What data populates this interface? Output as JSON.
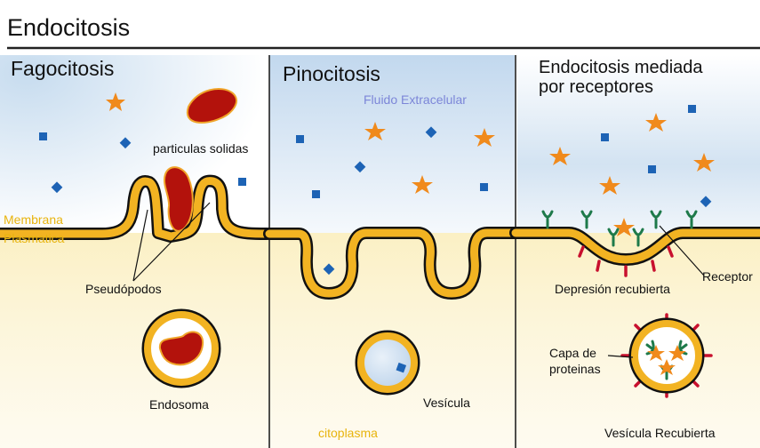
{
  "title": "Endocitosis",
  "sections": {
    "fagocitosis": "Fagocitosis",
    "pinocitosis": "Pinocitosis",
    "receptores_line1": "Endocitosis mediada",
    "receptores_line2": "por receptores"
  },
  "labels": {
    "particulas": "particulas solidas",
    "membrana_line1": "Membrana",
    "membrana_line2": "Plasmatica",
    "pseudopodos": "Pseudópodos",
    "endosoma": "Endosoma",
    "fluido": "Fluido Extracelular",
    "vesicula": "Vesícula",
    "citoplasma": "citoplasma",
    "depresion": "Depresión recubierta",
    "receptor": "Receptor",
    "capa_line1": "Capa de",
    "capa_line2": "proteinas",
    "vesicula_recubierta": "Vesícula Recubierta"
  },
  "colors": {
    "membrane": "#f2b322",
    "outline": "#111111",
    "particle": "#b3120c",
    "particle_edge": "#f0a52a",
    "molecule_square": "#1d63b5",
    "molecule_star": "#f08a1c",
    "receptor": "#1e7a4a",
    "coat_protein": "#c8102e",
    "extracellular_fluid": "#c7dcef",
    "cytoplasm": "#fbf3cf"
  }
}
